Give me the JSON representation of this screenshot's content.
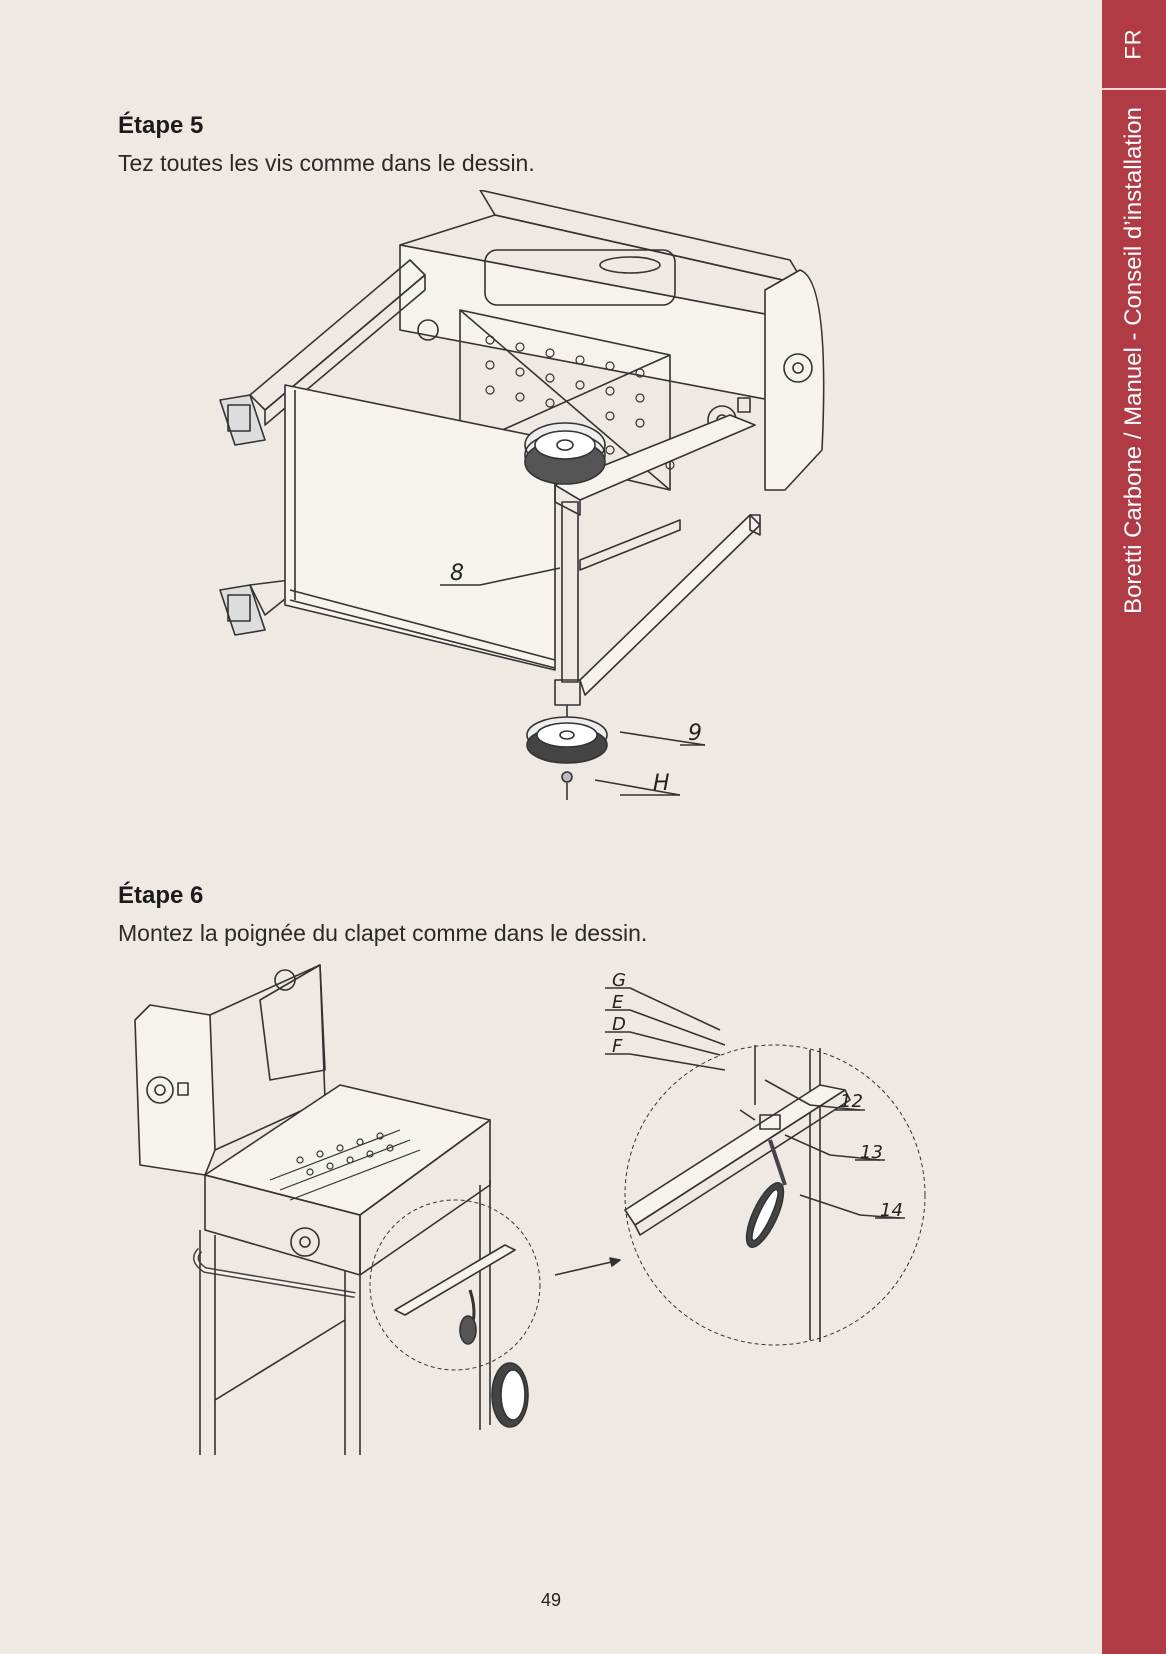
{
  "sidebar": {
    "lang": "FR",
    "doc_title": "Boretti Carbone / Manuel - Conseil d’installation",
    "color": "#b03b44"
  },
  "step5": {
    "title": "Étape 5",
    "text": "Tez toutes les vis comme dans le dessin.",
    "callouts": {
      "c8": "8",
      "c9": "9",
      "cH": "H"
    }
  },
  "step6": {
    "title": "Étape 6",
    "text": "Montez la poignée du clapet comme dans le dessin.",
    "callouts": {
      "cG": "G",
      "cE": "E",
      "cD": "D",
      "cF": "F",
      "c12": "12",
      "c13": "13",
      "c14": "14"
    }
  },
  "page_number": "49"
}
